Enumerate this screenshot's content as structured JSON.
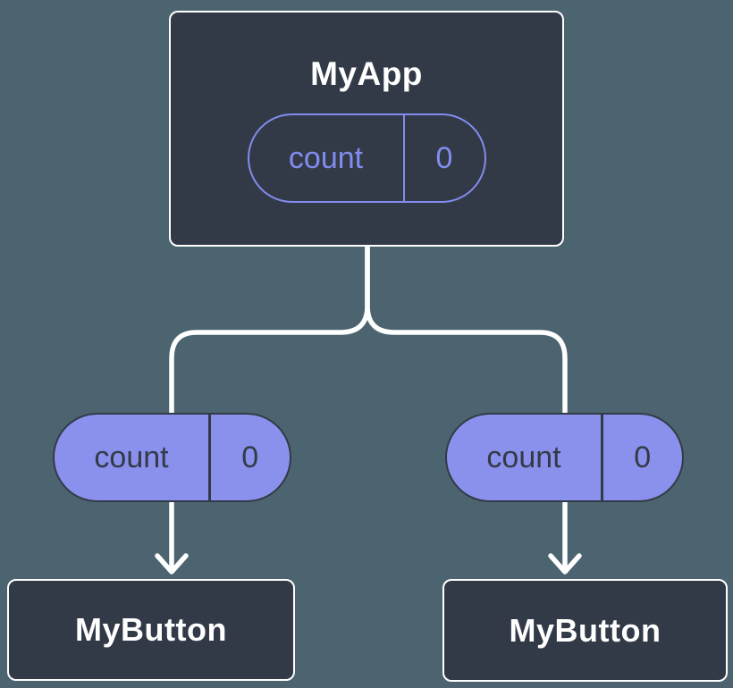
{
  "diagram": {
    "description": "component-tree-state-flow",
    "tree": {
      "root": {
        "label": "MyApp",
        "state_pill": {
          "name": "count",
          "value": "0"
        }
      },
      "children": [
        {
          "label": "MyButton",
          "prop_pill": {
            "name": "count",
            "value": "0"
          }
        },
        {
          "label": "MyButton",
          "prop_pill": {
            "name": "count",
            "value": "0"
          }
        }
      ]
    }
  },
  "colors": {
    "background": "#4C646F",
    "card_fill": "#333A47",
    "card_border": "#FFFFFF",
    "pill_fill": "#8A91EC",
    "pill_outline": "#828CEE",
    "pill_text_dark": "#333A47",
    "connector_line": "#FFFFFF"
  }
}
